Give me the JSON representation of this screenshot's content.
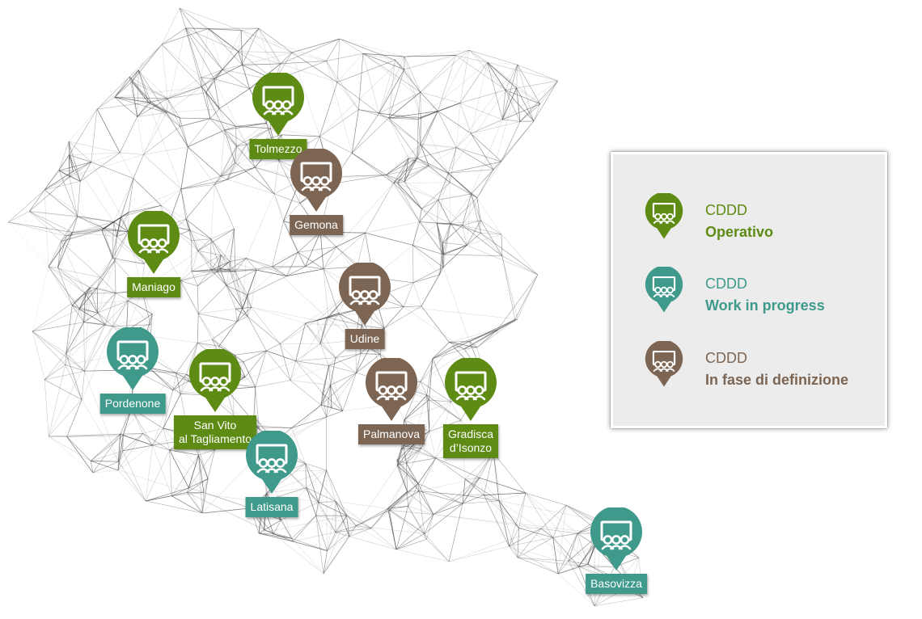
{
  "colors": {
    "operativo": "#5e8b13",
    "work_in_progress": "#3f9a8c",
    "in_definizione": "#7d6553",
    "network_line": "#4a4a4a"
  },
  "map": {
    "markers": [
      {
        "id": "tolmezzo",
        "label": "Tolmezzo",
        "status": "operativo",
        "icon": "meeting-room-icon"
      },
      {
        "id": "gemona",
        "label": "Gemona",
        "status": "in_definizione",
        "icon": "meeting-room-icon"
      },
      {
        "id": "maniago",
        "label": "Maniago",
        "status": "operativo",
        "icon": "meeting-room-icon"
      },
      {
        "id": "udine",
        "label": "Udine",
        "status": "in_definizione",
        "icon": "meeting-room-icon"
      },
      {
        "id": "pordenone",
        "label": "Pordenone",
        "status": "work_in_progress",
        "icon": "meeting-room-icon"
      },
      {
        "id": "san-vito",
        "label": "San Vito\nal Tagliamento",
        "status": "operativo",
        "icon": "meeting-room-icon"
      },
      {
        "id": "palmanova",
        "label": "Palmanova",
        "status": "in_definizione",
        "icon": "meeting-room-icon"
      },
      {
        "id": "gradisca",
        "label": "Gradisca\nd’Isonzo",
        "status": "operativo",
        "icon": "meeting-room-icon"
      },
      {
        "id": "latisana",
        "label": "Latisana",
        "status": "work_in_progress",
        "icon": "meeting-room-icon"
      },
      {
        "id": "basovizza",
        "label": "Basovizza",
        "status": "work_in_progress",
        "icon": "meeting-room-icon"
      }
    ]
  },
  "legend": {
    "items": [
      {
        "line1": "CDDD",
        "line2": "Operativo",
        "status": "operativo"
      },
      {
        "line1": "CDDD",
        "line2": "Work in progress",
        "status": "work_in_progress"
      },
      {
        "line1": "CDDD",
        "line2": "In fase di definizione",
        "status": "in_definizione"
      }
    ]
  }
}
